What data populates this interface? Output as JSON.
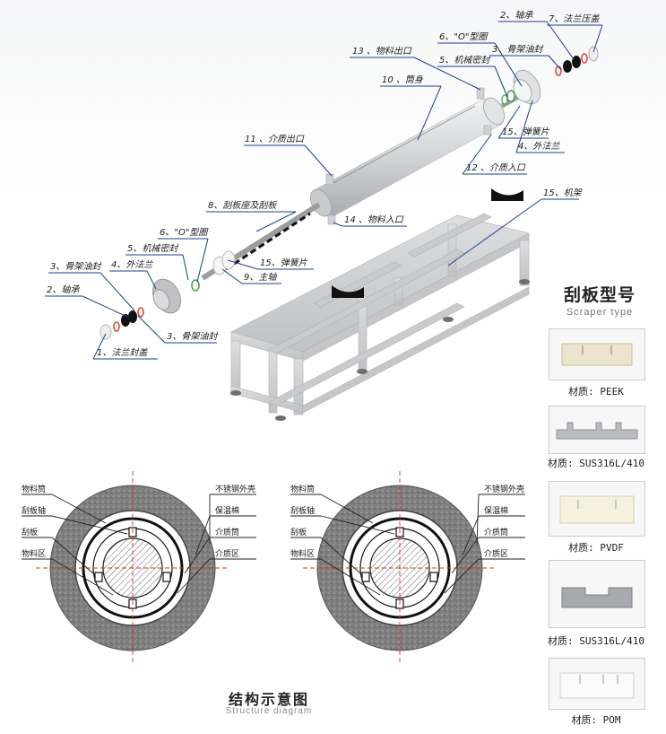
{
  "exploded_labels": [
    {
      "key": "bearing_r",
      "text": "2、轴承"
    },
    {
      "key": "flange_press",
      "text": "7、法兰压盖"
    },
    {
      "key": "oring_r",
      "text": "6、\"O\"型圈"
    },
    {
      "key": "skel_seal_r",
      "text": "3、骨架油封"
    },
    {
      "key": "outlet",
      "text": "13 、物料出口"
    },
    {
      "key": "mech_seal_r",
      "text": "5、机械密封"
    },
    {
      "key": "barrel",
      "text": "10 、筒身"
    },
    {
      "key": "medium_out",
      "text": "11 、介质出口"
    },
    {
      "key": "spring_r",
      "text": "15、弹簧片"
    },
    {
      "key": "flange_r",
      "text": "4、外法兰"
    },
    {
      "key": "medium_in",
      "text": "12 、介质入口"
    },
    {
      "key": "frame",
      "text": "15、机架"
    },
    {
      "key": "scraper_seat",
      "text": "8、刮板座及刮板"
    },
    {
      "key": "inlet",
      "text": "14 、物料入口"
    },
    {
      "key": "oring_l",
      "text": "6、\"O\"型圈"
    },
    {
      "key": "mech_seal_l",
      "text": "5、机械密封"
    },
    {
      "key": "spring_l",
      "text": "15、弹簧片"
    },
    {
      "key": "shaft",
      "text": "9、主轴"
    },
    {
      "key": "skel_seal_l",
      "text": "3、骨架油封"
    },
    {
      "key": "flange_l",
      "text": "4、外法兰"
    },
    {
      "key": "bearing_l",
      "text": "2、轴承"
    },
    {
      "key": "skel_seal_l2",
      "text": "3、骨架油封"
    },
    {
      "key": "flange_cap",
      "text": "1、法兰封盖"
    }
  ],
  "scraper_panel": {
    "title": "刮板型号",
    "subtitle": "Scraper type",
    "items": [
      {
        "material": "材质: PEEK"
      },
      {
        "material": "材质: SUS316L/410"
      },
      {
        "material": "材质: PVDF"
      },
      {
        "material": "材质: SUS316L/410"
      },
      {
        "material": "材质: POM"
      }
    ]
  },
  "section_labels": {
    "left": [
      "物料筒",
      "刮板轴",
      "刮板",
      "物料区"
    ],
    "right": [
      "不锈钢外壳",
      "保温棉",
      "介质筒",
      "介质区"
    ]
  },
  "structure": {
    "title": "结构示意图",
    "subtitle": "Structure diagram"
  },
  "colors": {
    "leader": "#1d3f8a",
    "metal": "#d4d6d8",
    "frame": "#cfd1d3",
    "insulation": "#8a8a8a",
    "centerline": "#d9342b"
  }
}
